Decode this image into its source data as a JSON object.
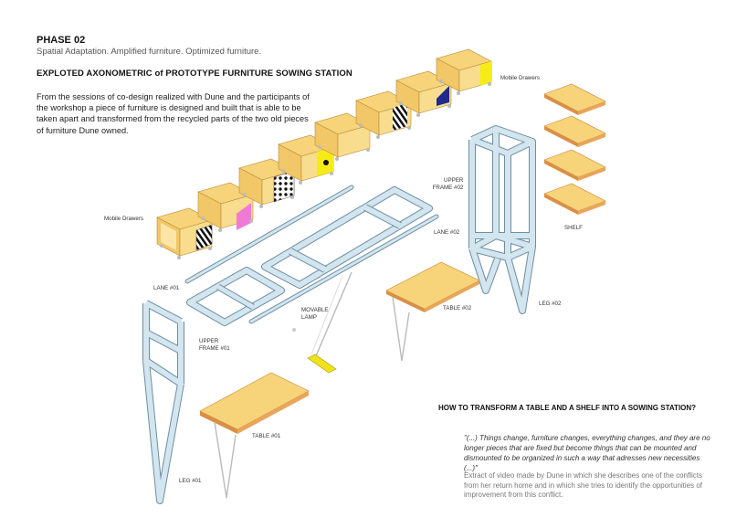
{
  "header": {
    "phase": "PHASE 02",
    "subtitle": "Spatial Adaptation. Amplified furniture. Optimized furniture.",
    "heading": "EXPLOTED AXONOMETRIC of PROTOTYPE FURNITURE SOWING STATION",
    "intro": "From the sessions of co-design realized with Dune and the participants of the workshop a piece of furniture is designed and built that is able to be taken apart and transformed from the recycled parts of the two old pieces of furniture Dune owned."
  },
  "labels": {
    "mobile_drawers_top": "Mobile Drawers",
    "mobile_drawers_left": "Mobile Drawers",
    "upper_frame_02_line1": "UPPER",
    "upper_frame_02_line2": "FRAME #02",
    "lane_02": "LANE #02",
    "shelf": "SHELF",
    "lane_01": "LANE #01",
    "movable_lamp_line1": "MOVABLE",
    "movable_lamp_line2": "LAMP",
    "table_02": "TABLE #02",
    "leg_02": "LEG #02",
    "upper_frame_01_line1": "UPPER",
    "upper_frame_01_line2": "FRAME #01",
    "table_01": "TABLE #01",
    "leg_01": "LEG #01"
  },
  "transform_section": {
    "heading": "HOW TO TRANSFORM A TABLE AND A SHELF INTO A SOWING STATION?",
    "quote": "\"(...) Things change, furniture changes, everything changes, and they are no longer pieces that are fixed but become things that can be mounted and dismounted to be organized in such a way that adresses new necessities (...)\"",
    "extract": "Extract of video made by Dune in which she describes one of the conflicts from her return home and in which she tries to identify the opportunities of improvement from this conflict."
  },
  "colors": {
    "wood": "#f7d37a",
    "wood_side": "#e9bb55",
    "wood_edge": "#c98a3c",
    "frame": "#d3e5ee",
    "frame_stroke": "#6d8fa3",
    "accent_yellow": "#f5ec17",
    "accent_navy": "#1f2a8c",
    "accent_pink": "#f07bd6",
    "lamp_yellow": "#f0e21a"
  }
}
